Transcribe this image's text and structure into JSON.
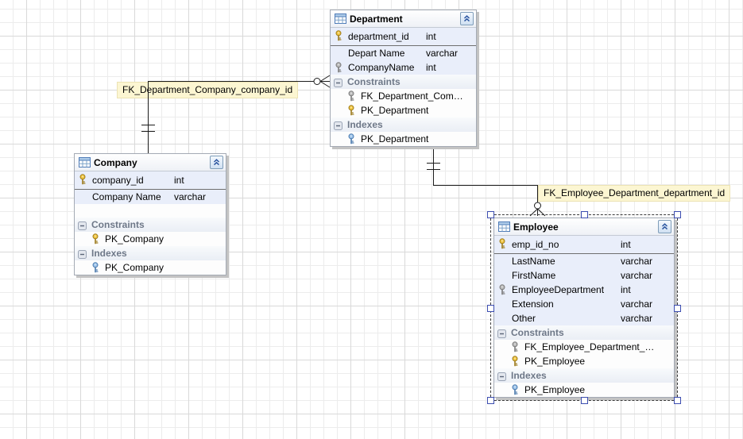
{
  "diagram": {
    "tables": [
      {
        "id": "department",
        "title": "Department",
        "selected": false,
        "columns": [
          {
            "name": "department_id",
            "type": "int",
            "key": "pk"
          },
          {
            "name": "Depart Name",
            "type": "varchar",
            "key": ""
          },
          {
            "name": "CompanyName",
            "type": "int",
            "key": "fk"
          }
        ],
        "sections": [
          {
            "label": "Constraints",
            "items": [
              {
                "name": "FK_Department_Com…",
                "key": "fk"
              },
              {
                "name": "PK_Department",
                "key": "pk"
              }
            ]
          },
          {
            "label": "Indexes",
            "items": [
              {
                "name": "PK_Department",
                "key": "index"
              }
            ]
          }
        ]
      },
      {
        "id": "company",
        "title": "Company",
        "selected": false,
        "columns": [
          {
            "name": "company_id",
            "type": "int",
            "key": "pk"
          },
          {
            "name": "Company Name",
            "type": "varchar",
            "key": ""
          }
        ],
        "sections": [
          {
            "label": "Constraints",
            "items": [
              {
                "name": "PK_Company",
                "key": "pk"
              }
            ]
          },
          {
            "label": "Indexes",
            "items": [
              {
                "name": "PK_Company",
                "key": "index"
              }
            ]
          }
        ]
      },
      {
        "id": "employee",
        "title": "Employee",
        "selected": true,
        "columns": [
          {
            "name": "emp_id_no",
            "type": "int",
            "key": "pk"
          },
          {
            "name": "LastName",
            "type": "varchar",
            "key": ""
          },
          {
            "name": "FirstName",
            "type": "varchar",
            "key": ""
          },
          {
            "name": "EmployeeDepartment",
            "type": "int",
            "key": "fk"
          },
          {
            "name": "Extension",
            "type": "varchar",
            "key": ""
          },
          {
            "name": "Other",
            "type": "varchar",
            "key": ""
          }
        ],
        "sections": [
          {
            "label": "Constraints",
            "items": [
              {
                "name": "FK_Employee_Department_…",
                "key": "fk"
              },
              {
                "name": "PK_Employee",
                "key": "pk"
              }
            ]
          },
          {
            "label": "Indexes",
            "items": [
              {
                "name": "PK_Employee",
                "key": "index"
              }
            ]
          }
        ]
      }
    ],
    "relationships": [
      {
        "label": "FK_Department_Company_company_id"
      },
      {
        "label": "FK_Employee_Department_department_id"
      }
    ]
  },
  "icons": {
    "table_icon": "table-grid-icon",
    "collapse_icon": "collapse-double-chevron-up-icon",
    "section_toggle_icon": "collapse-minus-icon",
    "primary_key_icon": "gold-key-icon",
    "foreign_key_icon": "gray-key-icon",
    "index_icon": "blue-key-icon"
  },
  "colors": {
    "row_background": "#e9eefa",
    "section_label_text": "#6e7888",
    "relationship_label_background": "#fcf6d2",
    "selection_handle_border": "#3c4db0",
    "grid_minor": "#ececec",
    "grid_major": "#d9d9d9",
    "primary_key": "#f0c53e",
    "foreign_key": "#b9b9b9",
    "index_key": "#9cc3ea"
  }
}
